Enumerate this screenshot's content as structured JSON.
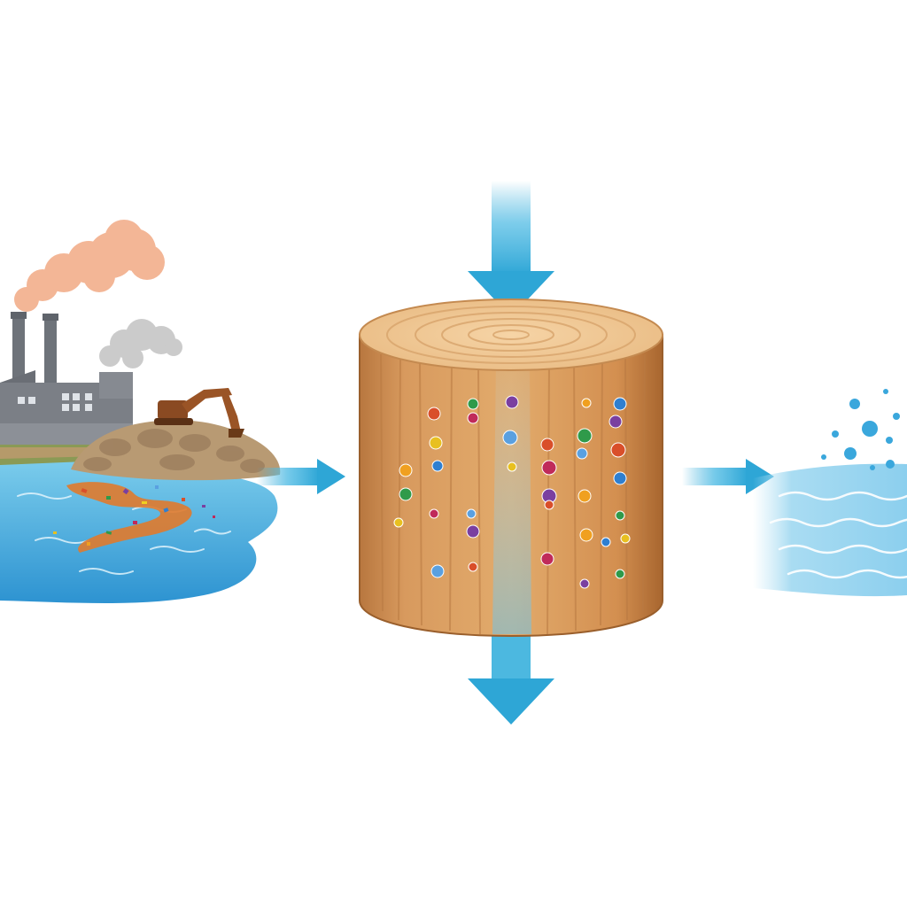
{
  "diagram": {
    "stages": [
      {
        "name": "polluted-source",
        "icon": "factory-pollution-icon"
      },
      {
        "name": "wood-filter",
        "icon": "wood-log-filter-icon"
      },
      {
        "name": "clean-water",
        "icon": "clean-water-icon"
      }
    ],
    "arrows": [
      {
        "name": "inflow-arrow",
        "direction": "down",
        "icon": "arrow-down-icon"
      },
      {
        "name": "source-to-filter-arrow",
        "direction": "right",
        "icon": "arrow-right-icon"
      },
      {
        "name": "filter-to-clean-arrow",
        "direction": "right",
        "icon": "arrow-right-icon"
      },
      {
        "name": "outflow-arrow",
        "direction": "down",
        "icon": "arrow-down-icon"
      }
    ],
    "colors": {
      "background": "#ffffff",
      "arrow": "#3fb0db",
      "water": "#2e9fd8",
      "wood": "#d89a5e",
      "wood_top": "#f1c996",
      "smoke_orange": "#f2b08e",
      "smoke_gray": "#c9c9c9",
      "factory": "#7b7f86",
      "pollutant": "#e07a2c"
    },
    "particle_colors": [
      "#d94f2a",
      "#2f9a4a",
      "#7a3fa0",
      "#f0a020",
      "#2f7fd0",
      "#e8c020",
      "#c02a5a",
      "#5aa0e0"
    ]
  }
}
